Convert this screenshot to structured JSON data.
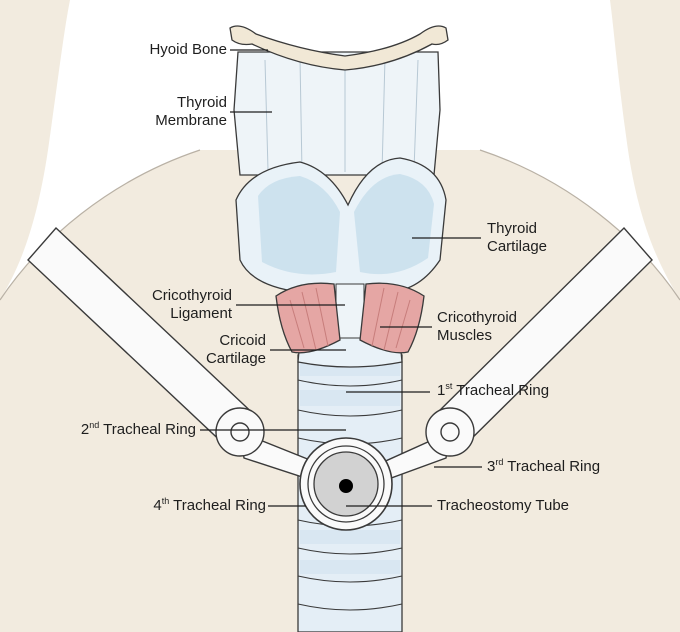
{
  "labels": {
    "hyoid_bone": "Hyoid Bone",
    "thyroid_membrane": {
      "line1": "Thyroid",
      "line2": "Membrane"
    },
    "thyroid_cartilage": {
      "line1": "Thyroid",
      "line2": "Cartilage"
    },
    "cricothyroid_ligament": {
      "line1": "Cricothyroid",
      "line2": "Ligament"
    },
    "cricoid_cartilage": {
      "line1": "Cricoid",
      "line2": "Cartilage"
    },
    "cricothyroid_muscles": {
      "line1": "Cricothyroid",
      "line2": "Muscles"
    },
    "tracheal_ring_1": {
      "num": "1",
      "sup": "st",
      "text": " Tracheal Ring"
    },
    "tracheal_ring_2": {
      "num": "2",
      "sup": "nd",
      "text": " Tracheal Ring"
    },
    "tracheal_ring_3": {
      "num": "3",
      "sup": "rd",
      "text": " Tracheal Ring"
    },
    "tracheal_ring_4": {
      "num": "4",
      "sup": "th",
      "text": " Tracheal Ring"
    },
    "tracheostomy_tube": "Tracheostomy Tube"
  },
  "colors": {
    "skin": "#f2ebdf",
    "cartilage": "#e9f2f8",
    "cartilage_shade": "#c3dceb",
    "muscle": "#e5a6a4",
    "outline": "#3a3a3a",
    "tube_gray": "#d2d2d2"
  }
}
